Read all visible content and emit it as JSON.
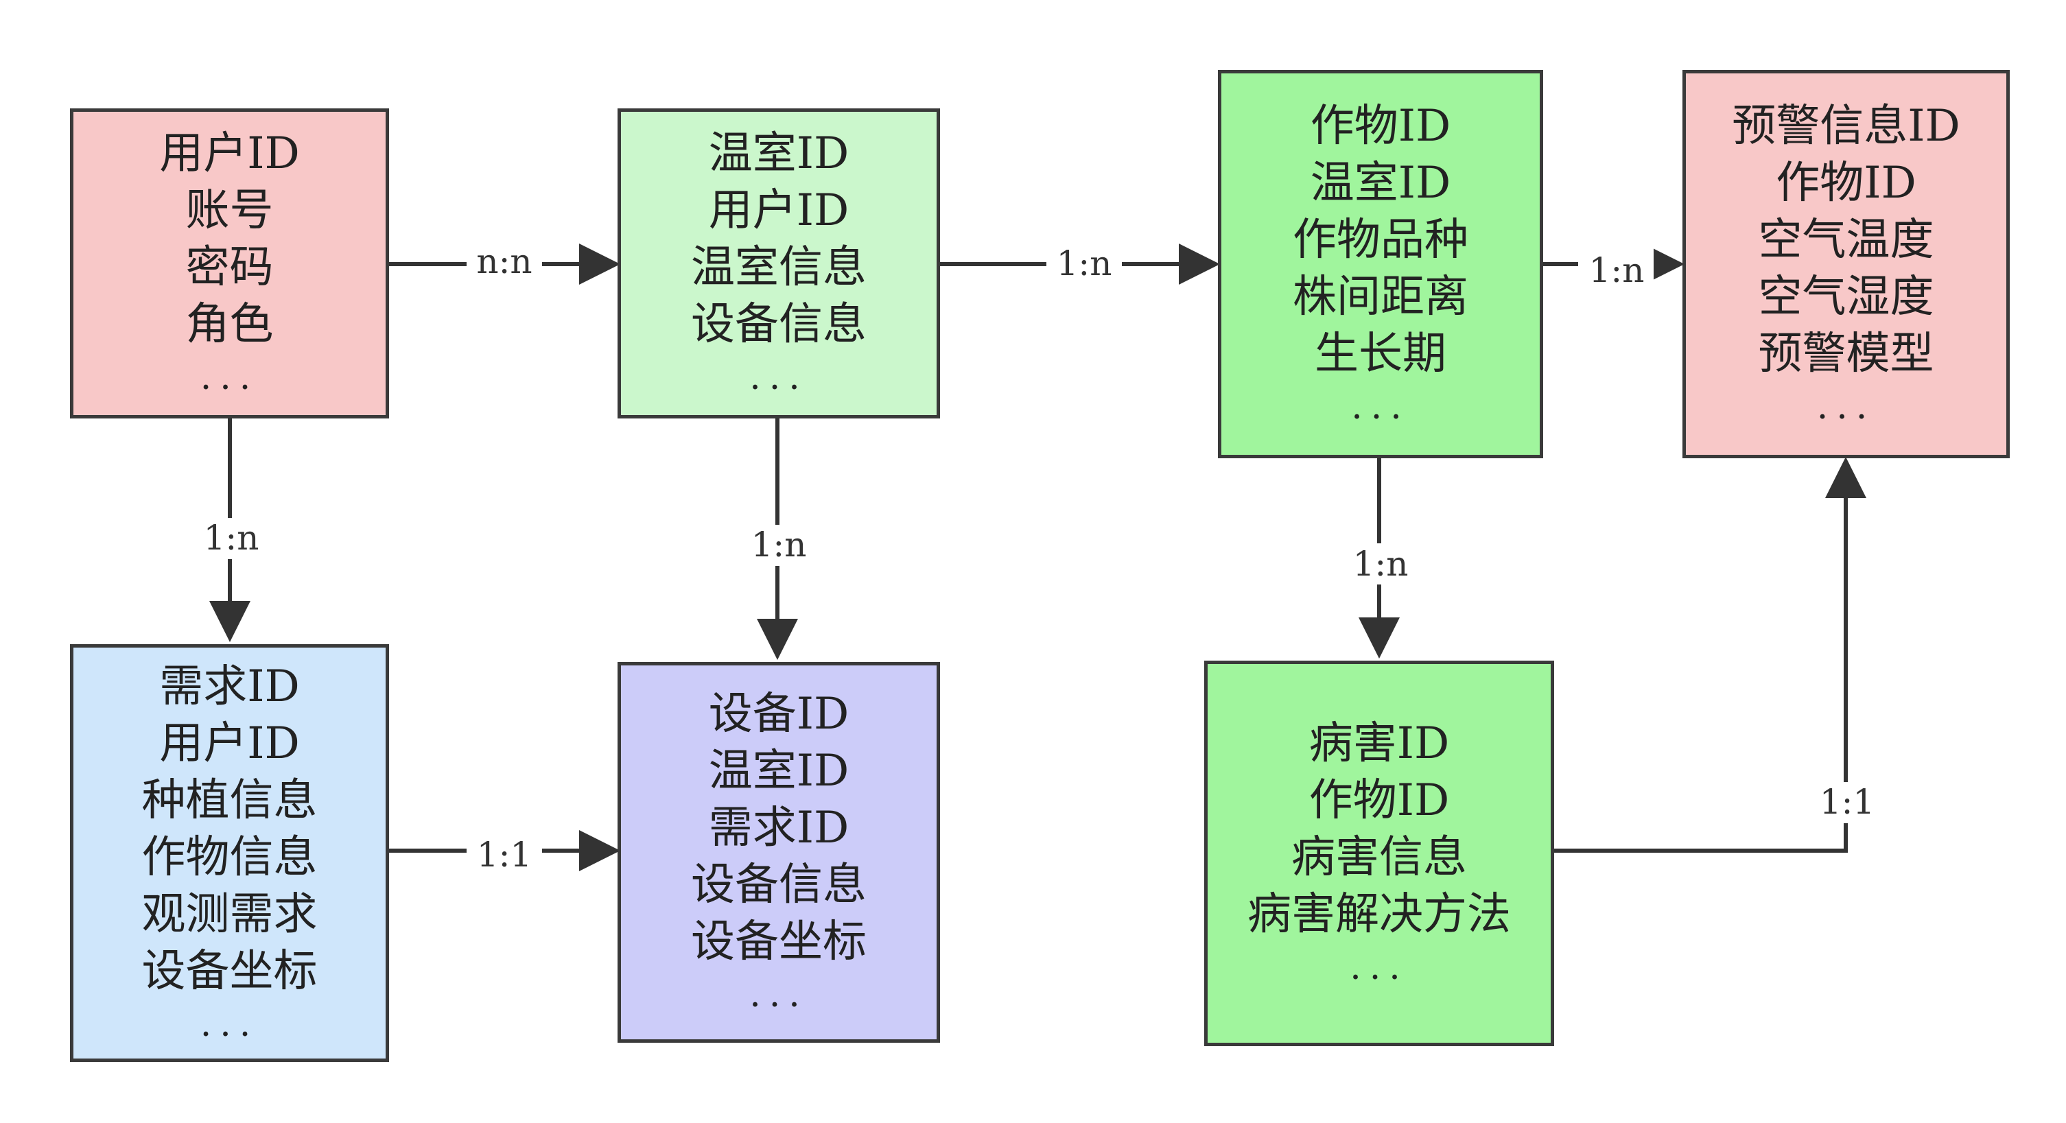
{
  "entities": {
    "user": {
      "fields": [
        "用户ID",
        "账号",
        "密码",
        "角色"
      ],
      "more": "..."
    },
    "greenhouse": {
      "fields": [
        "温室ID",
        "用户ID",
        "温室信息",
        "设备信息"
      ],
      "more": "..."
    },
    "crop": {
      "fields": [
        "作物ID",
        "温室ID",
        "作物品种",
        "株间距离",
        "生长期"
      ],
      "more": "..."
    },
    "warning": {
      "fields": [
        "预警信息ID",
        "作物ID",
        "空气温度",
        "空气湿度",
        "预警模型"
      ],
      "more": "..."
    },
    "demand": {
      "fields": [
        "需求ID",
        "用户ID",
        "种植信息",
        "作物信息",
        "观测需求",
        "设备坐标"
      ],
      "more": "..."
    },
    "device": {
      "fields": [
        "设备ID",
        "温室ID",
        "需求ID",
        "设备信息",
        "设备坐标"
      ],
      "more": "..."
    },
    "disease": {
      "fields": [
        "病害ID",
        "作物ID",
        "病害信息",
        "病害解决方法"
      ],
      "more": "..."
    }
  },
  "relations": {
    "user_greenhouse": "n:n",
    "greenhouse_crop": "1:n",
    "crop_warning": "1:n",
    "user_demand": "1:n",
    "greenhouse_device": "1:n",
    "crop_disease": "1:n",
    "demand_device": "1:1",
    "disease_warning": "1:1"
  },
  "colors": {
    "pink": "#f8c8c8",
    "mint": "#cbf7cc",
    "green": "#a0f59d",
    "blue": "#cfe6fb",
    "purple": "#ccccf9",
    "line": "#333333"
  }
}
